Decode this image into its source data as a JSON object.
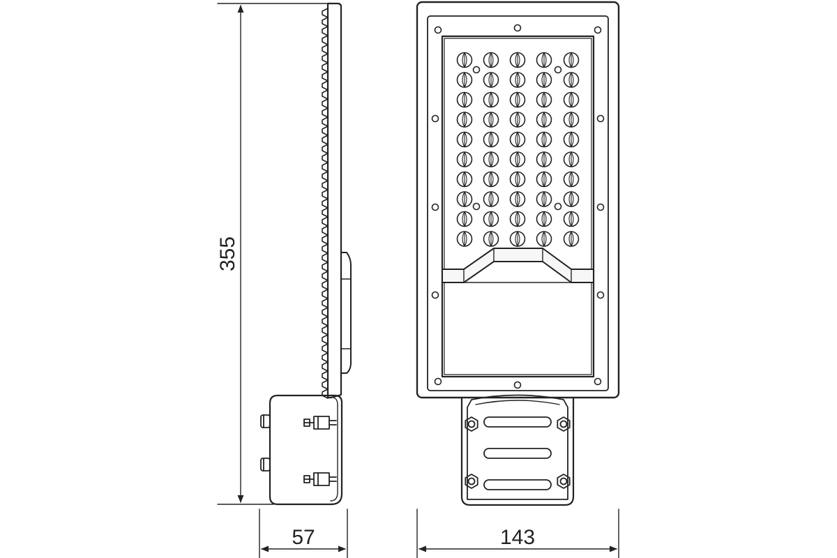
{
  "dimensions": {
    "height": "355",
    "side_width": "57",
    "front_width": "143"
  },
  "led_grid": {
    "rows": 10,
    "columns": 5,
    "count": 50
  },
  "colors": {
    "stroke": "#222222",
    "fill": "#ffffff",
    "panel_fill": "#f2f2f2"
  }
}
